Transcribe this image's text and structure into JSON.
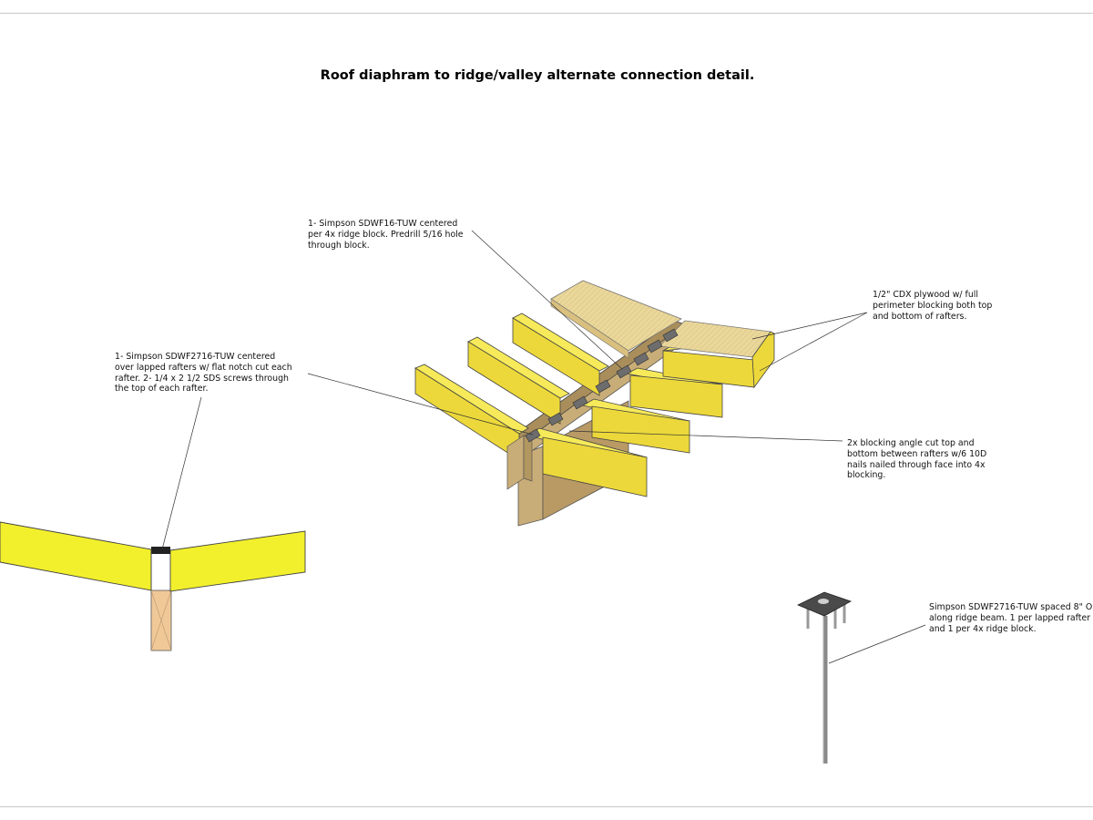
{
  "title": "Roof diaphram to ridge/valley alternate connection detail.",
  "notes": {
    "ridge_block": "1- Simpson SDWF16-TUW centered\nper 4x ridge block. Predrill 5/16 hole\nthrough block.",
    "lapped_rafters": "1- Simpson SDWF2716-TUW centered\nover lapped rafters w/ flat notch cut each\nrafter. 2- 1/4 x 2 1/2 SDS screws through\nthe top of each rafter.",
    "plywood": "1/2\" CDX plywood w/ full\nperimeter blocking both top\nand bottom of rafters.",
    "blocking": "2x blocking angle cut top and\nbottom between rafters w/6 10D\nnails nailed through face into 4x\nblocking.",
    "spacing": "Simpson SDWF2716-TUW spaced 8\" O\nalong ridge beam. 1 per lapped rafter\nand 1 per 4x ridge block."
  },
  "colors": {
    "rafter_yellow": "#ecd83a",
    "rafter_yellow_top": "#f6ea5a",
    "section_yellow": "#f2f02c",
    "beam_tan": "#c9ad78",
    "post_tan": "#f0c898",
    "plywood": "#ead79a",
    "steel": "#555555",
    "leader": "#333333"
  }
}
